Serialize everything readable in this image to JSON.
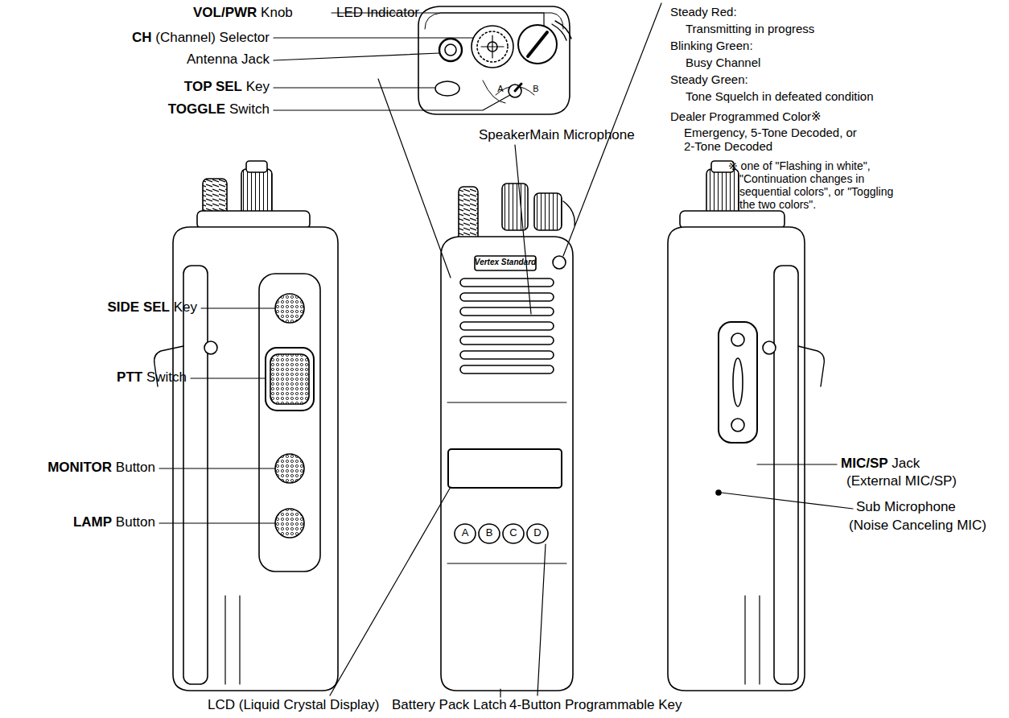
{
  "diagram": {
    "labels": [
      "VOL/PWR",
      "Knob",
      "LED Indicator",
      "CH",
      "(Channel) Selector",
      "Antenna Jack",
      "TOP SEL",
      "Key",
      "TOGGLE",
      "Switch",
      "A",
      "B",
      "Speaker",
      "Main Microphone",
      "Steady Red:",
      "Transmitting in progress",
      "Blinking Green:",
      "Busy Channel",
      "Steady Green:",
      "Tone Squelch in defeated condition",
      "Dealer Programmed Color※",
      "Emergency, 5-Tone Decoded, or 2-Tone Decoded",
      "※ one of \"Flashing in white\", \"Continuation changes in sequential colors\", or \"Toggling the two colors\".",
      "Vertex Standard",
      "SIDE SEL",
      "Key",
      "PTT",
      "Switch",
      "MONITOR",
      "Button",
      "LAMP",
      "Button",
      "MIC/SP",
      "Jack",
      "(External MIC/SP)",
      "Sub Microphone",
      "(Noise Canceling MIC)",
      "LCD (Liquid Crystal Display)",
      "Battery Pack Latch",
      "4-Button Programmable Key",
      "A",
      "B",
      "C",
      "D"
    ]
  }
}
